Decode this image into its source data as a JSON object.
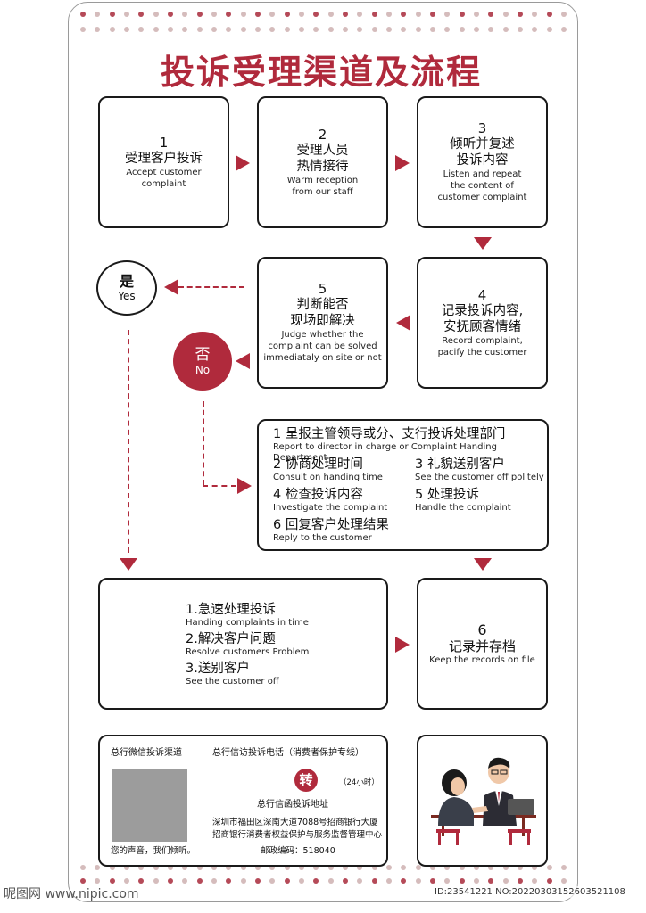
{
  "title": "投诉受理渠道及流程",
  "step1": {
    "num": "1",
    "cn": "受理客户投诉",
    "en1": "Accept customer",
    "en2": "complaint"
  },
  "step2": {
    "num": "2",
    "cn1": "受理人员",
    "cn2": "热情接待",
    "en1": "Warm reception",
    "en2": "from our staff"
  },
  "step3": {
    "num": "3",
    "cn1": "倾听并复述",
    "cn2": "投诉内容",
    "en1": "Listen and repeat",
    "en2": "the content of",
    "en3": "customer complaint"
  },
  "step4": {
    "num": "4",
    "cn1": "记录投诉内容,",
    "cn2": "安抚顾客情绪",
    "en1": "Record complaint,",
    "en2": "pacify the customer"
  },
  "step5": {
    "num": "5",
    "cn1": "判断能否",
    "cn2": "现场即解决",
    "en1": "Judge whether the",
    "en2": "complaint can be solved",
    "en3": "immediataly on site or not"
  },
  "yes": {
    "cn": "是",
    "en": "Yes"
  },
  "no": {
    "cn": "否",
    "en": "No"
  },
  "no_branch": {
    "i1_cn": "1 呈报主管领导或分、支行投诉处理部门",
    "i1_en": "Report to director in charge or Complaint Handing Department",
    "i2_cn": "2 协商处理时间",
    "i2_en": "Consult on handing time",
    "i3_cn": "3 礼貌送别客户",
    "i3_en": "See the customer off politely",
    "i4_cn": "4 检查投诉内容",
    "i4_en": "Investigate the complaint",
    "i5_cn": "5 处理投诉",
    "i5_en": "Handle the complaint",
    "i6_cn": "6 回复客户处理结果",
    "i6_en": "Reply to the customer"
  },
  "yes_branch": {
    "i1_cn": "1.急速处理投诉",
    "i1_en": "Handing complaints in time",
    "i2_cn": "2.解决客户问题",
    "i2_en": "Resolve customers Problem",
    "i3_cn": "3.送别客户",
    "i3_en": "See the customer off"
  },
  "step6": {
    "num": "6",
    "cn": "记录并存档",
    "en": "Keep the records on file"
  },
  "contact": {
    "wechat_title": "总行微信投诉渠道",
    "wechat_caption": "您的声音，我们倾听。",
    "phone_title": "总行信访投诉电话（消费者保护专线）",
    "zhuan": "转",
    "hours": "（24小时）",
    "letter_title": "总行信函投诉地址",
    "addr1": "深圳市福田区深南大道7088号招商银行大厦",
    "addr2": "招商银行消费者权益保护与服务监督管理中心",
    "postcode": "邮政编码：518040"
  },
  "watermark": {
    "left": "昵图网 www.nipic.com",
    "right": "ID:23541221 NO:20220303152603521108"
  },
  "colors": {
    "accent": "#b02a3c",
    "border": "#1a1a1a"
  }
}
